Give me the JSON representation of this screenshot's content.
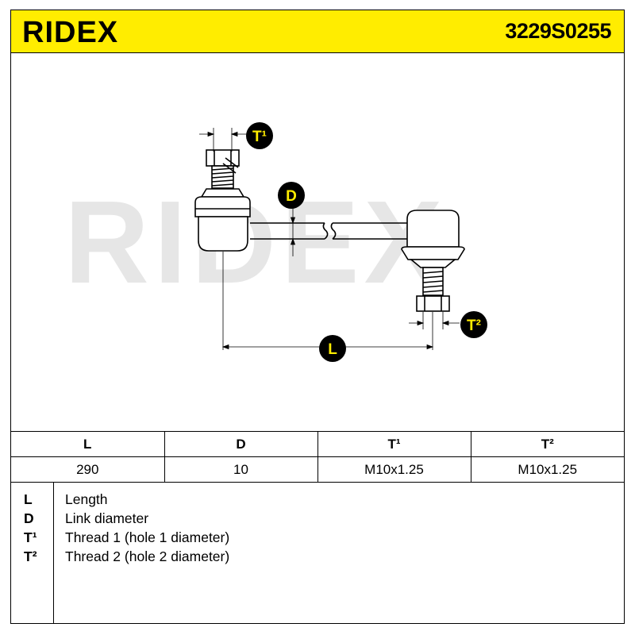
{
  "header": {
    "brand": "RIDEX",
    "part_number": "3229S0255"
  },
  "drawing": {
    "watermark": "RIDEX",
    "callouts": {
      "t1": "T¹",
      "d": "D",
      "t2": "T²",
      "l": "L"
    }
  },
  "spec_table": {
    "headers": [
      "L",
      "D",
      "T¹",
      "T²"
    ],
    "values": [
      "290",
      "10",
      "M10x1.25",
      "M10x1.25"
    ]
  },
  "legend": [
    {
      "code": "L",
      "desc": "Length"
    },
    {
      "code": "D",
      "desc": "Link diameter"
    },
    {
      "code": "T¹",
      "desc": "Thread 1 (hole 1 diameter)"
    },
    {
      "code": "T²",
      "desc": "Thread 2 (hole 2 diameter)"
    }
  ],
  "colors": {
    "header_bg": "#ffed00",
    "line": "#000000",
    "watermark": "#e6e6e6",
    "callout_bg": "#000000",
    "callout_text": "#ffed00"
  }
}
